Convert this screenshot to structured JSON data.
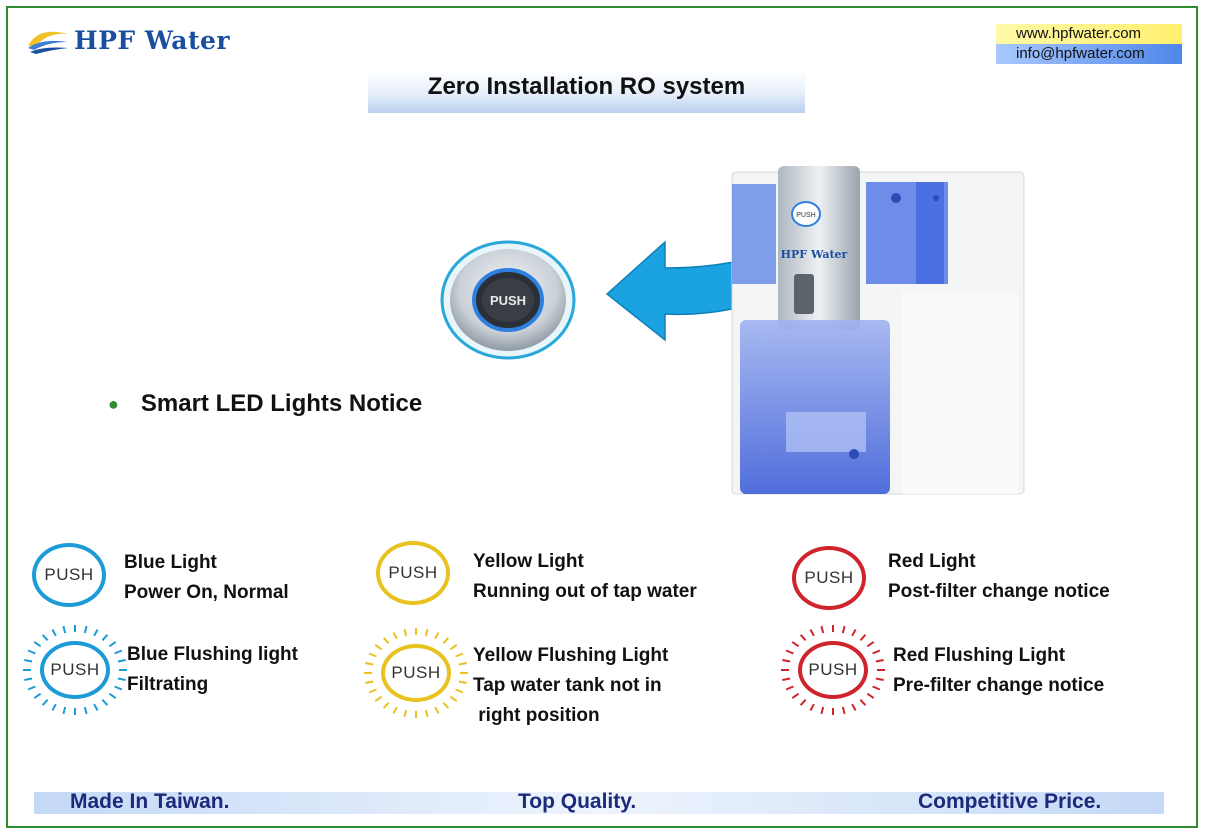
{
  "brand": {
    "name": "HPF Water"
  },
  "contact": {
    "website": "www.hpfwater.com",
    "email": "info@hpfwater.com"
  },
  "title": "Zero Installation RO system",
  "zoom_button_label": "PUSH",
  "product": {
    "button_label": "PUSH",
    "logo_label": "HPF Water"
  },
  "bullet": "Smart LED Lights Notice",
  "push_label": "PUSH",
  "legend": [
    {
      "name": "Blue Light",
      "desc": [
        "Power On, Normal"
      ],
      "color": "#1d9bd6",
      "flashing": false
    },
    {
      "name": "Yellow Light",
      "desc": [
        "Running out of tap water"
      ],
      "color": "#e8c21f",
      "flashing": false
    },
    {
      "name": "Red Light",
      "desc": [
        "Post-filter change notice"
      ],
      "color": "#d0242c",
      "flashing": false
    },
    {
      "name": "Blue Flushing light",
      "desc": [
        "Filtrating"
      ],
      "color": "#1d9bd6",
      "flashing": true
    },
    {
      "name": "Yellow Flushing Light",
      "desc": [
        "Tap water tank not in",
        " right position"
      ],
      "color": "#e8c21f",
      "flashing": true
    },
    {
      "name": "Red Flushing Light",
      "desc": [
        "Pre-filter change notice"
      ],
      "color": "#d0242c",
      "flashing": true
    }
  ],
  "footer": {
    "left": "Made In Taiwan.",
    "center": "Top Quality.",
    "right": "Competitive Price."
  }
}
